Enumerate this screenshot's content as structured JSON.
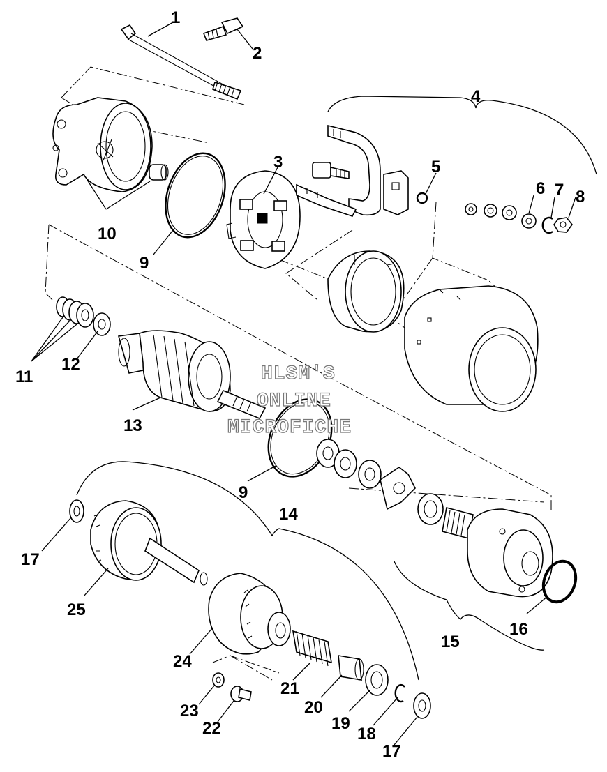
{
  "watermark": {
    "line1": "HLSM'S",
    "line2": "ONLINE",
    "line3": "MICROFICHE"
  },
  "callouts": {
    "c1": "1",
    "c2": "2",
    "c3": "3",
    "c4": "4",
    "c5": "5",
    "c6": "6",
    "c7": "7",
    "c8": "8",
    "c9a": "9",
    "c9b": "9",
    "c10": "10",
    "c11": "11",
    "c12": "12",
    "c13": "13",
    "c14": "14",
    "c15": "15",
    "c16": "16",
    "c17a": "17",
    "c17b": "17",
    "c18": "18",
    "c19": "19",
    "c20": "20",
    "c21": "21",
    "c22": "22",
    "c23": "23",
    "c24": "24",
    "c25": "25"
  }
}
